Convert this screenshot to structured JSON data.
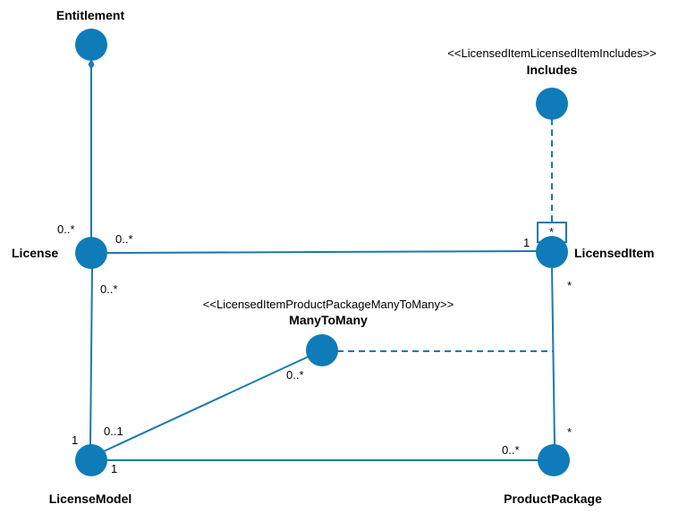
{
  "colors": {
    "node": "#0f7bb9",
    "edge": "#1a7aad"
  },
  "nodes": {
    "entitlement": {
      "label": "Entitlement"
    },
    "includes": {
      "label": "Includes",
      "stereotype": "<<LicensedItemLicensedItemIncludes>>"
    },
    "license": {
      "label": "License"
    },
    "licensed_item": {
      "label": "LicensedItem"
    },
    "many_to_many": {
      "label": "ManyToMany",
      "stereotype": "<<LicensedItemProductPackageManyToMany>>"
    },
    "license_model": {
      "label": "LicenseModel"
    },
    "product_package": {
      "label": "ProductPackage"
    }
  },
  "multiplicities": {
    "license_to_entitlement": "0..*",
    "license_to_licensed_item": "0..*",
    "licensed_item_from_license": "1",
    "license_to_license_model": "0..*",
    "licensed_item_includes": "*",
    "licensed_item_to_product_package": "*",
    "many_to_many_end": "0..*",
    "license_model_to_license": "1",
    "license_model_to_many_to_many": "0..1",
    "license_model_to_product_package": "1",
    "product_package_from_license_model": "0..*",
    "product_package_to_licensed_item": "*"
  }
}
